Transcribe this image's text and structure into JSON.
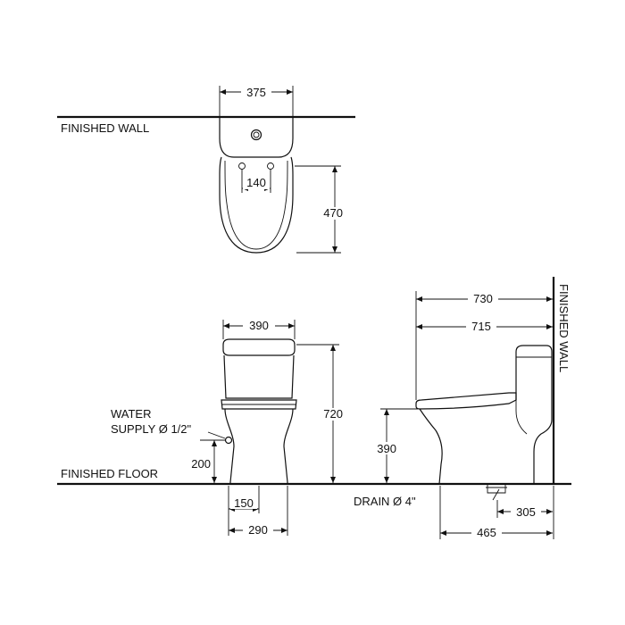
{
  "labels": {
    "finished_wall_top": "FINISHED  WALL",
    "finished_wall_side": "FINISHED  WALL",
    "finished_floor": "FINISHED  FLOOR",
    "water_supply_1": "WATER",
    "water_supply_2": "SUPPLY Ø 1/2\"",
    "drain": "DRAIN Ø 4\""
  },
  "dimensions": {
    "top_width": "375",
    "top_hole_spacing": "140",
    "top_depth": "470",
    "front_width": "390",
    "front_height": "720",
    "supply_height": "200",
    "supply_offset": "150",
    "base_width": "290",
    "side_length": "730",
    "side_length_inner": "715",
    "seat_height": "390",
    "drain_offset": "465",
    "drain_from_wall": "305"
  },
  "colors": {
    "line": "#111111",
    "background": "#ffffff"
  }
}
